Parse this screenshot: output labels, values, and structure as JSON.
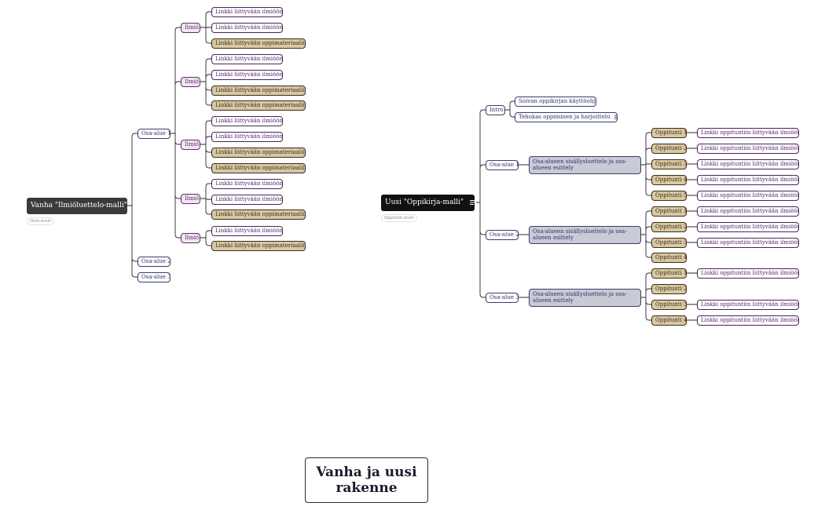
{
  "title": "Vanha ja uusi rakenne",
  "old_map": {
    "root": "Vanha \"Ilmiöluettelo-malli\"",
    "root_tag": "Ilmiö ensin",
    "area1": "Osa-alue 1",
    "area2": "Osa-alue 2",
    "area3": "Osa-alue 3",
    "ilmio_label": "Ilmiö",
    "link_label": "Linkki liittyvään ilmiöön",
    "material_label": "Linkki liittyvään oppimateriaaliin"
  },
  "new_map": {
    "root": "Uusi \"Oppikirja-malli\"",
    "root_tag": "Oppitunti ensin",
    "intro": "Intro",
    "intro_child1": "Soivan oppikirjan käyttöohje",
    "intro_child2": "Tehokas oppiminen ja harjoittelu",
    "area1": "Osa-alue 1",
    "area2": "Osa-alue 2",
    "area3": "Osa-alue 3",
    "toc_label": "Osa-alueen sisällysluettelo ja osa-alueen esittely",
    "lesson1": "Oppitunti 1",
    "lesson2": "Oppitunti 2",
    "lesson3": "Oppitunti 3",
    "lesson4": "Oppitunti 4",
    "lesson5": "Oppitunti 5",
    "lesson_link": "Linkki oppituntiin liittyvään ilmiöön"
  },
  "colors": {
    "line": "#2a2a2a",
    "material": "#d9c8a3",
    "toc": "#c8cad6",
    "ilmio": "#f3e6f3",
    "root_old": "#3a3a3a",
    "root_new": "#111111"
  }
}
